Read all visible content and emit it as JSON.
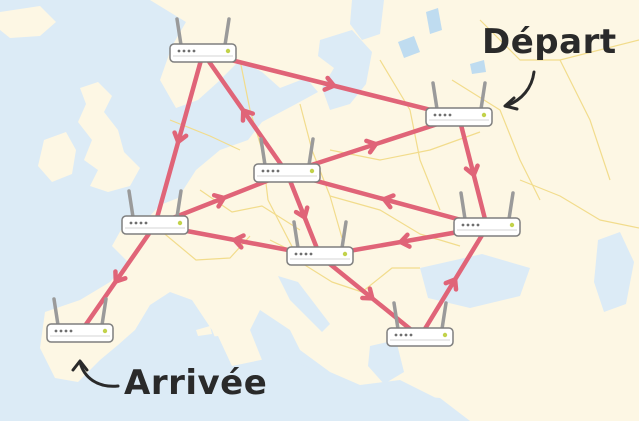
{
  "labels": {
    "start": "Départ",
    "end": "Arrivée"
  },
  "colors": {
    "sea": "#dcebf6",
    "land": "#fdf7e4",
    "border": "#f2dc8c",
    "lake": "#bfdcf0",
    "route": "#e06478",
    "router_body": "#ffffff",
    "router_outline": "#7f7f7f",
    "antenna": "#9a9a9a",
    "led": "#c2d24a",
    "text": "#2a2a2a"
  },
  "network": {
    "routers": [
      {
        "id": "R1"
      },
      {
        "id": "R2"
      },
      {
        "id": "R3"
      },
      {
        "id": "R4"
      },
      {
        "id": "R5"
      },
      {
        "id": "R6"
      },
      {
        "id": "R7"
      },
      {
        "id": "R8"
      },
      {
        "id": "R9"
      }
    ],
    "links": [
      {
        "from": "R1",
        "to": "R2",
        "arrow": "forward"
      },
      {
        "from": "R1",
        "to": "R4",
        "arrow": "forward"
      },
      {
        "from": "R1",
        "to": "R3",
        "arrow": "backward"
      },
      {
        "from": "R2",
        "to": "R3",
        "arrow": "backward"
      },
      {
        "from": "R2",
        "to": "R5",
        "arrow": "forward"
      },
      {
        "from": "R3",
        "to": "R4",
        "arrow": "backward"
      },
      {
        "from": "R3",
        "to": "R5",
        "arrow": "backward"
      },
      {
        "from": "R3",
        "to": "R6",
        "arrow": "forward"
      },
      {
        "from": "R4",
        "to": "R6",
        "arrow": "backward"
      },
      {
        "from": "R4",
        "to": "R7",
        "arrow": "forward"
      },
      {
        "from": "R6",
        "to": "R5",
        "arrow": "backward"
      },
      {
        "from": "R6",
        "to": "R8",
        "arrow": "forward"
      },
      {
        "from": "R8",
        "to": "R5",
        "arrow": "forward"
      }
    ]
  }
}
